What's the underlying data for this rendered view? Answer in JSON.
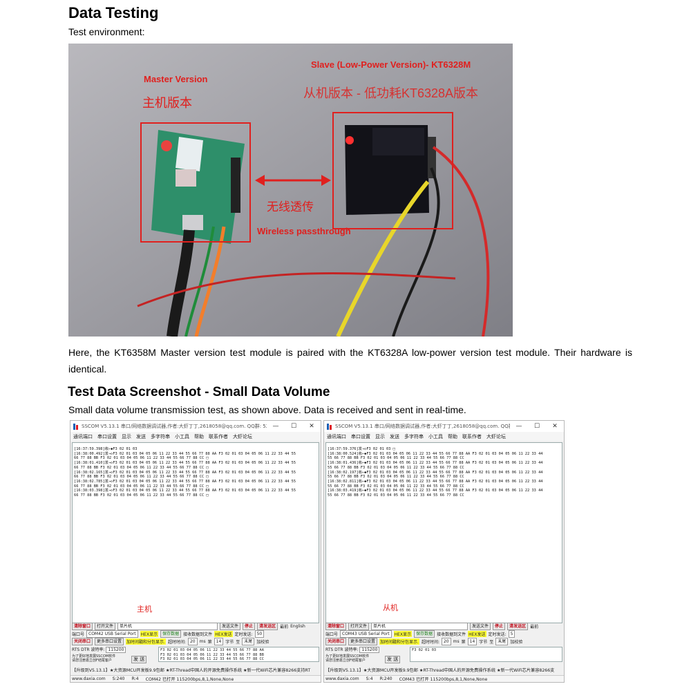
{
  "heading_data_testing": "Data Testing",
  "test_env_label": "Test environment:",
  "photo": {
    "master_en": "Master Version",
    "master_cn": "主机版本",
    "slave_en": "Slave (Low-Power Version)- KT6328M",
    "slave_cn": "从机版本 - 低功耗KT6328A版本",
    "wireless_cn": "无线透传",
    "wireless_en": "Wireless passthrough"
  },
  "description": "Here, the KT6358M Master version test module is paired with the KT6328A low-power version test module. Their hardware is identical.",
  "heading_small_data": "Test Data Screenshot - Small Data Volume",
  "small_data_desc": "Small data volume transmission test, as shown above. Data is received and sent in real-time.",
  "colors": {
    "label_red": "#e0201e",
    "highlight_yellow": "#ffff33"
  },
  "windows": [
    {
      "title": "SSCOM V5.13.1 串口/网络数据调试器,作者:大虾丁丁,2618058@qq.com. QQ群: 5250...",
      "menu": [
        "通讯端口",
        "串口设置",
        "显示",
        "发送",
        "多字符串",
        "小工具",
        "帮助",
        "联系作者",
        "大虾论坛"
      ],
      "recv_lines": [
        "[16:37:59.398]收←◆F3 02 01 03",
        "[16:38:00.492]发→◇F3 02 01 03 04 05 06 11 22 33 44 55 66 77 88 AA F3 02 01 03 04 05 06 11 22 33 44 55",
        "66 77 88 BB F3 02 01 03 04 05 06 11 22 33 44 55 66 77 88 CC □",
        "[16:38:01.410]发→◇F3 02 01 03 04 05 06 11 22 33 44 55 66 77 88 AA F3 02 01 03 04 05 06 11 22 33 44 55",
        "66 77 88 BB F3 02 01 03 04 05 06 11 22 33 44 55 66 77 88 CC □",
        "[16:38:02.165]发→◇F3 02 01 03 04 05 06 11 22 33 44 55 66 77 88 AA F3 02 01 03 04 05 06 11 22 33 44 55",
        "66 77 88 BB F3 02 01 03 04 05 06 11 22 33 44 55 66 77 88 CC □",
        "[16:38:02.785]发→◇F3 02 01 03 04 05 06 11 22 33 44 55 66 77 88 AA F3 02 01 03 04 05 06 11 22 33 44 55",
        "66 77 88 BB F3 02 01 03 04 05 06 11 22 33 44 55 66 77 88 CC □",
        "[16:38:03.398]发→◇F3 02 01 03 04 05 06 11 22 33 44 55 66 77 88 AA F3 02 01 03 04 05 06 11 22 33 44 55",
        "66 77 88 BB F3 02 01 03 04 05 06 11 22 33 44 55 66 77 88 CC □"
      ],
      "role_label": "主机",
      "row1": {
        "clear": "清除窗口",
        "open_file": "打开文件",
        "file_value": "单片机",
        "send_file": "发送文件",
        "stop": "停止",
        "clear_send": "清发送区",
        "top": "最前",
        "english": "English"
      },
      "row2": {
        "port_label": "端口号",
        "port_value": "COM42 USB Serial Port",
        "hex_show": "HEX显示",
        "save_data": "保存数据",
        "recv_to_file": "接收数据到文件",
        "hex_send": "HEX发送",
        "timed_send": "定时发送:",
        "timed_value": "50"
      },
      "row3": {
        "close_port": "关闭串口",
        "more_settings": "更多串口设置",
        "add_timestamp": "加时间戳和分包显示.",
        "timeout_label": "超时时间:",
        "timeout_value": "20",
        "ms": "ms",
        "byte_label": "第",
        "byte_value": "14",
        "byte_unit": "字节",
        "to_label": "至",
        "to_value": "末尾",
        "checksum": "加校验"
      },
      "row4": {
        "rts": "RTS",
        "dtr": "DTR",
        "baud_label": "波特率:",
        "baud_value": "115200",
        "send": "发 送"
      },
      "send_lines": [
        "F3 02 01 03 04 05 06 11 22 33 44 55 66 77 88 AA",
        "F3 02 01 03 04 05 06 11 22 33 44 55 66 77 88 BB",
        "F3 02 01 03 04 05 06 11 22 33 44 55 66 77 88 CC"
      ],
      "side_note": "为了更好地发展SSCOM软件\n请您注册嘉立创F结尾客户",
      "ad": "【升级到V5.13.1】★大资源MCU开发板9.9包邮 ★RT-Thread中国人的开源免费操作系统 ★新一代WiFi芯片兼容8266支持RT",
      "status": {
        "site": "www.daxia.com",
        "s": "S:240",
        "r": "R:4",
        "port": "COM42 已打开  115200bps,8,1,None,None"
      }
    },
    {
      "title": "SSCOM V5.13.1 串口/网络数据调试器,作者:大虾丁丁,2618058@qq.com. QQ群: ...",
      "menu": [
        "通讯端口",
        "串口设置",
        "显示",
        "发送",
        "多字符串",
        "小工具",
        "帮助",
        "联系作者",
        "大虾论坛"
      ],
      "recv_lines": [
        "[16:37:59.376]发→◇F3 02 01 03 □",
        "[16:38:00.524]收←◆F3 02 01 03 04 05 06 11 22 33 44 55 66 77 88 AA F3 02 01 03 04 05 06 11 22 33 44",
        "55 66 77 88 BB F3 02 01 03 04 05 06 11 22 33 44 55 66 77 88 CC",
        "[16:38:01.436]收←◆F3 02 01 03 04 05 06 11 22 33 44 55 66 77 88 AA F3 02 01 03 04 05 06 11 22 33 44",
        "55 66 77 88 BB F3 02 01 03 04 05 06 11 22 33 44 55 66 77 88 CC",
        "[16:38:02.197]收←◆F3 02 01 03 04 05 06 11 22 33 44 55 66 77 88 AA F3 02 01 03 04 05 06 11 22 33 44",
        "55 66 77 88 BB F3 02 01 03 04 05 06 11 22 33 44 55 66 77 88 CC",
        "[16:38:02.811]收←◆F3 02 01 03 04 05 06 11 22 33 44 55 66 77 88 AA F3 02 01 03 04 05 06 11 22 33 44",
        "55 66 77 88 BB F3 02 01 03 04 05 06 11 22 33 44 55 66 77 88 CC",
        "[16:38:03.419]收←◆F3 02 01 03 04 05 06 11 22 33 44 55 66 77 88 AA F3 02 01 03 04 05 06 11 22 33 44",
        "55 66 77 88 BB F3 02 01 03 04 05 06 11 22 33 44 55 66 77 88 CC"
      ],
      "role_label": "从机",
      "row1": {
        "clear": "清除窗口",
        "open_file": "打开文件",
        "file_value": "单片机",
        "send_file": "发送文件",
        "stop": "停止",
        "clear_send": "清发送区",
        "top": "最前",
        "english": ""
      },
      "row2": {
        "port_label": "端口号",
        "port_value": "COM43 USB Serial Port",
        "hex_show": "HEX显示",
        "save_data": "保存数据",
        "recv_to_file": "接收数据到文件",
        "hex_send": "HEX发送",
        "timed_send": "定时发送:",
        "timed_value": "5"
      },
      "row3": {
        "close_port": "关闭串口",
        "more_settings": "更多串口设置",
        "add_timestamp": "加时间戳和分包显示.",
        "timeout_label": "超时时间:",
        "timeout_value": "20",
        "ms": "ms",
        "byte_label": "第",
        "byte_value": "14",
        "byte_unit": "字节",
        "to_label": "至",
        "to_value": "末尾",
        "checksum": "加校验"
      },
      "row4": {
        "rts": "RTS",
        "dtr": "DTR",
        "baud_label": "波特率:",
        "baud_value": "115200",
        "send": "发 送"
      },
      "send_lines": [
        "F3 02 01 03"
      ],
      "side_note": "为了更好地发展SSCOM软件\n请您注册嘉立创F结尾客户",
      "ad": "【升级到V5.13.1】★大资源MCU开发板9.9包邮 ★RT-Thread中国人的开源免费操作系统 ★新一代WiFi芯片兼容8266支",
      "status": {
        "site": "www.daxia.com",
        "s": "S:4",
        "r": "R:240",
        "port": "COM43 已打开  115200bps,8,1,None,None"
      }
    }
  ]
}
